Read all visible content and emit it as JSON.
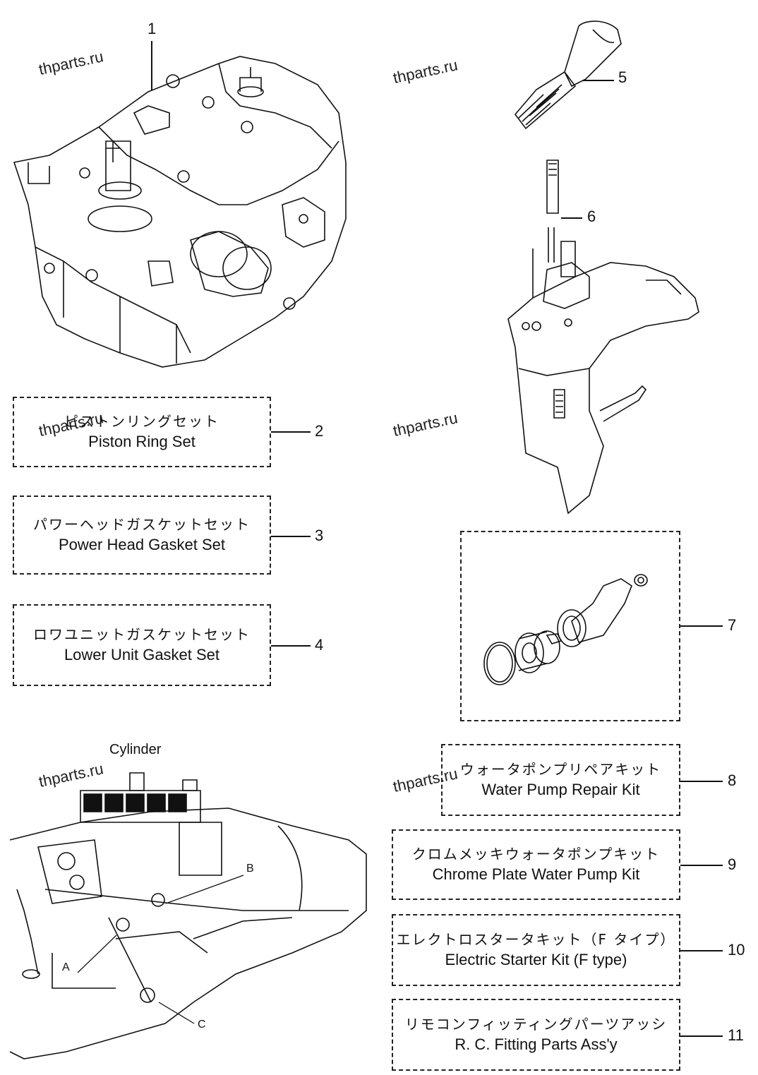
{
  "watermark": "thparts.ru",
  "items": [
    {
      "num": "1"
    },
    {
      "num": "2",
      "jp": "ピストンリングセット",
      "en": "Piston Ring Set"
    },
    {
      "num": "3",
      "jp": "パワーヘッドガスケットセット",
      "en": "Power Head Gasket Set"
    },
    {
      "num": "4",
      "jp": "ロワユニットガスケットセット",
      "en": "Lower Unit Gasket Set"
    },
    {
      "num": "5"
    },
    {
      "num": "6"
    },
    {
      "num": "7"
    },
    {
      "num": "8",
      "jp": "ウォータポンプリペアキット",
      "en": "Water Pump Repair Kit"
    },
    {
      "num": "9",
      "jp": "クロムメッキウォータポンプキット",
      "en": "Chrome Plate Water  Pump Kit"
    },
    {
      "num": "10",
      "jp": "エレクトロスタータキット（F タイプ）",
      "en": "Electric Starter Kit (F type)"
    },
    {
      "num": "11",
      "jp": "リモコンフィッティングパーツアッシ",
      "en": "R. C. Fitting Parts Ass'y"
    }
  ],
  "cylinder": {
    "title": "Cylinder",
    "points": [
      "A",
      "B",
      "C"
    ]
  }
}
